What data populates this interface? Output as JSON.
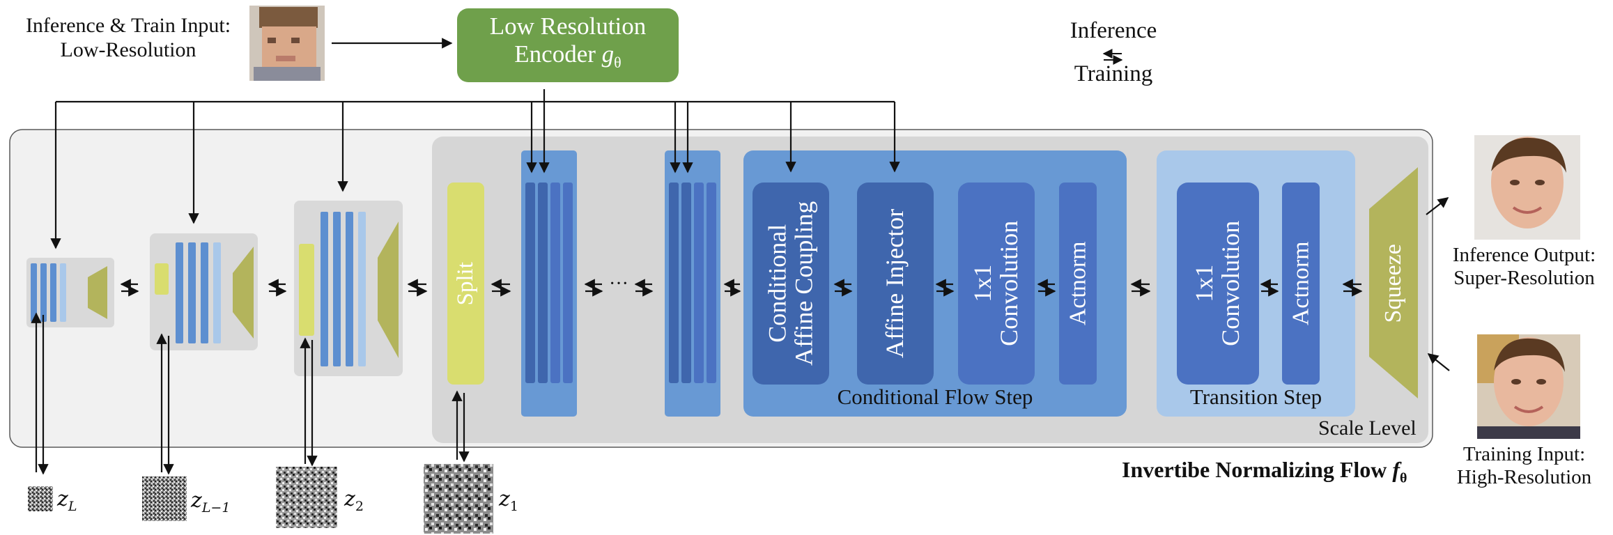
{
  "input": {
    "label_line1": "Inference & Train Input:",
    "label_line2": "Low-Resolution"
  },
  "encoder": {
    "line1": "Low Resolution",
    "line2": "Encoder",
    "symbol": "g",
    "subscript": "θ"
  },
  "legend": {
    "top": "Inference",
    "bottom": "Training"
  },
  "blocks": {
    "split": "Split",
    "ellipsis": "···",
    "cond_affine_line1": "Conditional",
    "cond_affine_line2": "Affine Coupling",
    "affine_injector": "Affine Injector",
    "conv_line1": "1x1",
    "conv_line2": "Convolution",
    "actnorm": "Actnorm",
    "squeeze": "Squeeze"
  },
  "groups": {
    "conditional_flow_step": "Conditional Flow Step",
    "transition_step": "Transition Step",
    "scale_level": "Scale Level"
  },
  "flow_title": {
    "text": "Invertibe Normalizing Flow",
    "symbol": "f",
    "subscript": "θ"
  },
  "latents": [
    {
      "base": "z",
      "sub": "L"
    },
    {
      "base": "z",
      "sub": "L−1"
    },
    {
      "base": "z",
      "sub": "2"
    },
    {
      "base": "z",
      "sub": "1"
    }
  ],
  "output": {
    "inference_line1": "Inference Output:",
    "inference_line2": "Super-Resolution",
    "training_line1": "Training Input:",
    "training_line2": "High-Resolution"
  },
  "colors": {
    "encoder_green": "#6fa04b",
    "split_yellow": "#d9dd6f",
    "squeeze_olive": "#b3b45c",
    "flow_blue": "#6899d4",
    "dark_blue": "#3f66ad",
    "mid_blue": "#4b72c2",
    "light_blue": "#a9c8ea",
    "panel_gray": "#f1f1f1",
    "scale_gray": "#d6d6d6"
  }
}
